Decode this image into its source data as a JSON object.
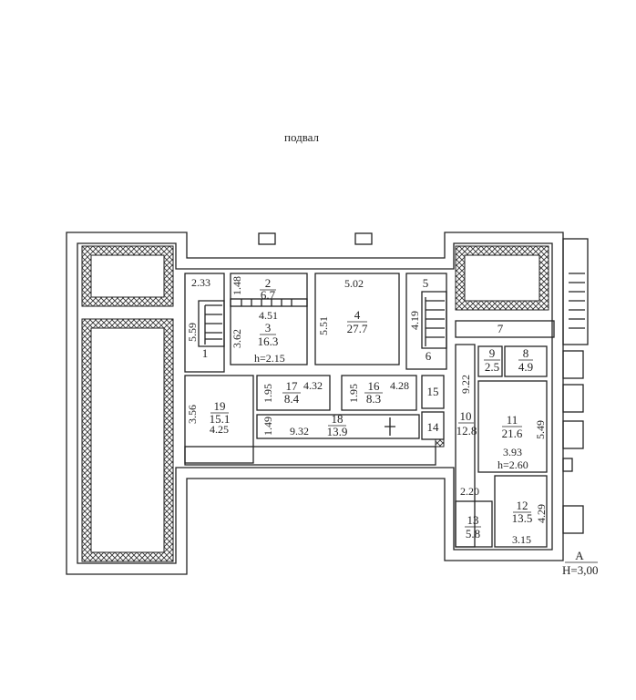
{
  "title": "подвал",
  "rooms": [
    {
      "num": "1"
    },
    {
      "num": "2",
      "area": "6.7"
    },
    {
      "num": "3",
      "area": "16.3"
    },
    {
      "num": "4",
      "area": "27.7"
    },
    {
      "num": "5"
    },
    {
      "num": "6"
    },
    {
      "num": "7"
    },
    {
      "num": "8",
      "area": "4.9"
    },
    {
      "num": "9",
      "area": "2.5"
    },
    {
      "num": "10",
      "area": "12.8"
    },
    {
      "num": "11",
      "area": "21.6"
    },
    {
      "num": "12",
      "area": "13.5"
    },
    {
      "num": "13",
      "area": "5.8"
    },
    {
      "num": "14"
    },
    {
      "num": "15"
    },
    {
      "num": "16",
      "area": "8.3"
    },
    {
      "num": "17",
      "area": "8.4"
    },
    {
      "num": "18",
      "area": "13.9"
    },
    {
      "num": "19",
      "area": "15.1"
    }
  ],
  "dimensions": {
    "r1_w": "2.33",
    "r1_h": "5.59",
    "r2_h": "1.48",
    "r3_w": "4.51",
    "r3_h": "3.62",
    "r3_height": "h=2.15",
    "r4_w": "5.02",
    "r4_h": "5.51",
    "r5_h": "4.19",
    "r17_h": "1.95",
    "r17_w": "4.32",
    "r16_h": "1.95",
    "r16_w": "4.28",
    "r18_h": "1.49",
    "r18_w": "9.32",
    "r19_h": "3.56",
    "r19_w": "4.25",
    "r10_h": "9.22",
    "r11_h": "5.49",
    "r11_w": "3.93",
    "r11_height": "h=2.60",
    "r13_w": "2.20",
    "r12_h": "4.29",
    "r12_w": "3.15"
  },
  "section_mark": "A",
  "floor_height": "H=3,00"
}
